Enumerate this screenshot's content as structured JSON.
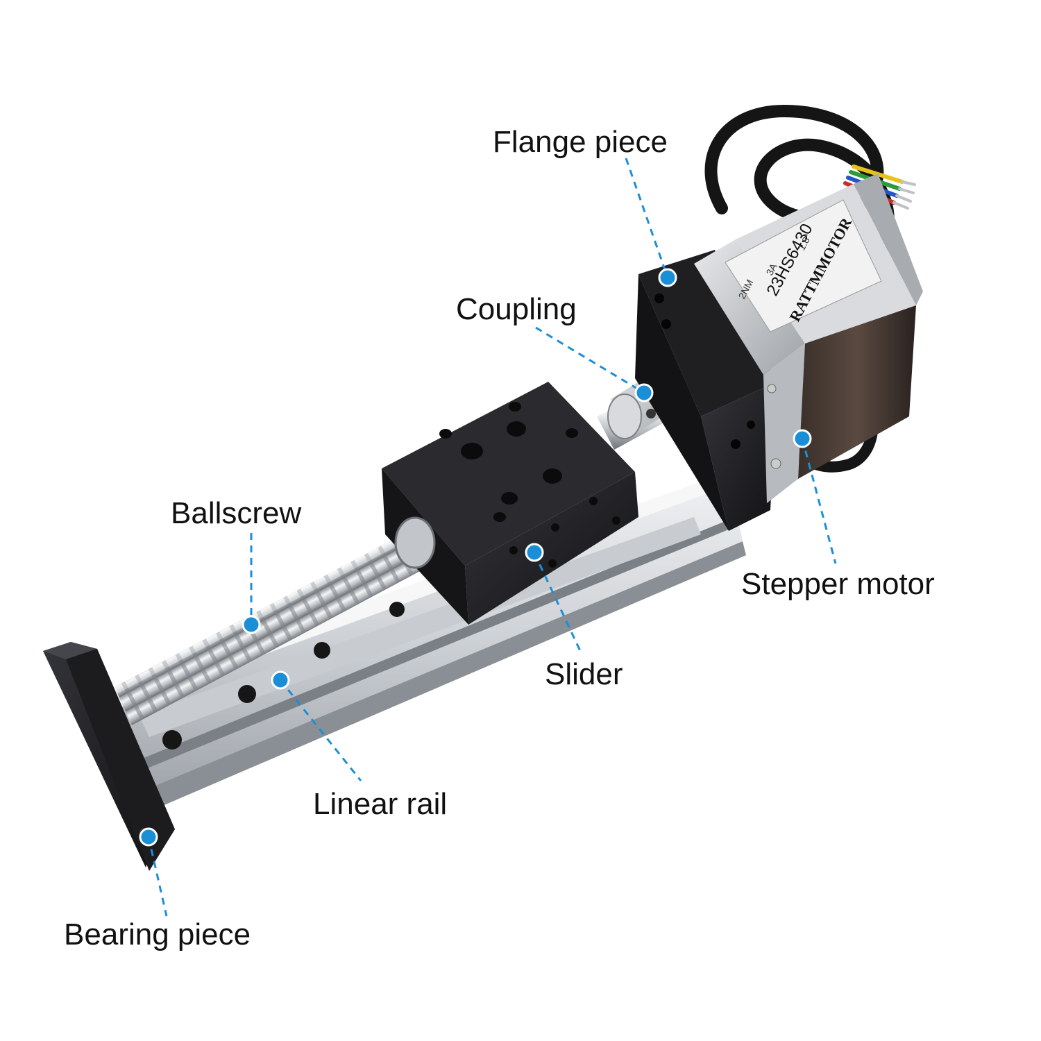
{
  "labels": {
    "flange_piece": "Flange piece",
    "coupling": "Coupling",
    "ballscrew": "Ballscrew",
    "stepper_motor": "Stepper motor",
    "slider": "Slider",
    "linear_rail": "Linear rail",
    "bearing_piece": "Bearing piece"
  },
  "motor_label": {
    "brand": "RATTMMOTOR",
    "model": "23HS6430",
    "specs": [
      "1.8°",
      "3A",
      "2NM"
    ]
  },
  "colors": {
    "callout_dot": "#1a8fd8",
    "callout_line": "#1a8fd8",
    "label_text": "#111111",
    "anodized_black": "#1b1b1d",
    "aluminum": "#d4d6d9",
    "steel": "#b9bcc0"
  }
}
